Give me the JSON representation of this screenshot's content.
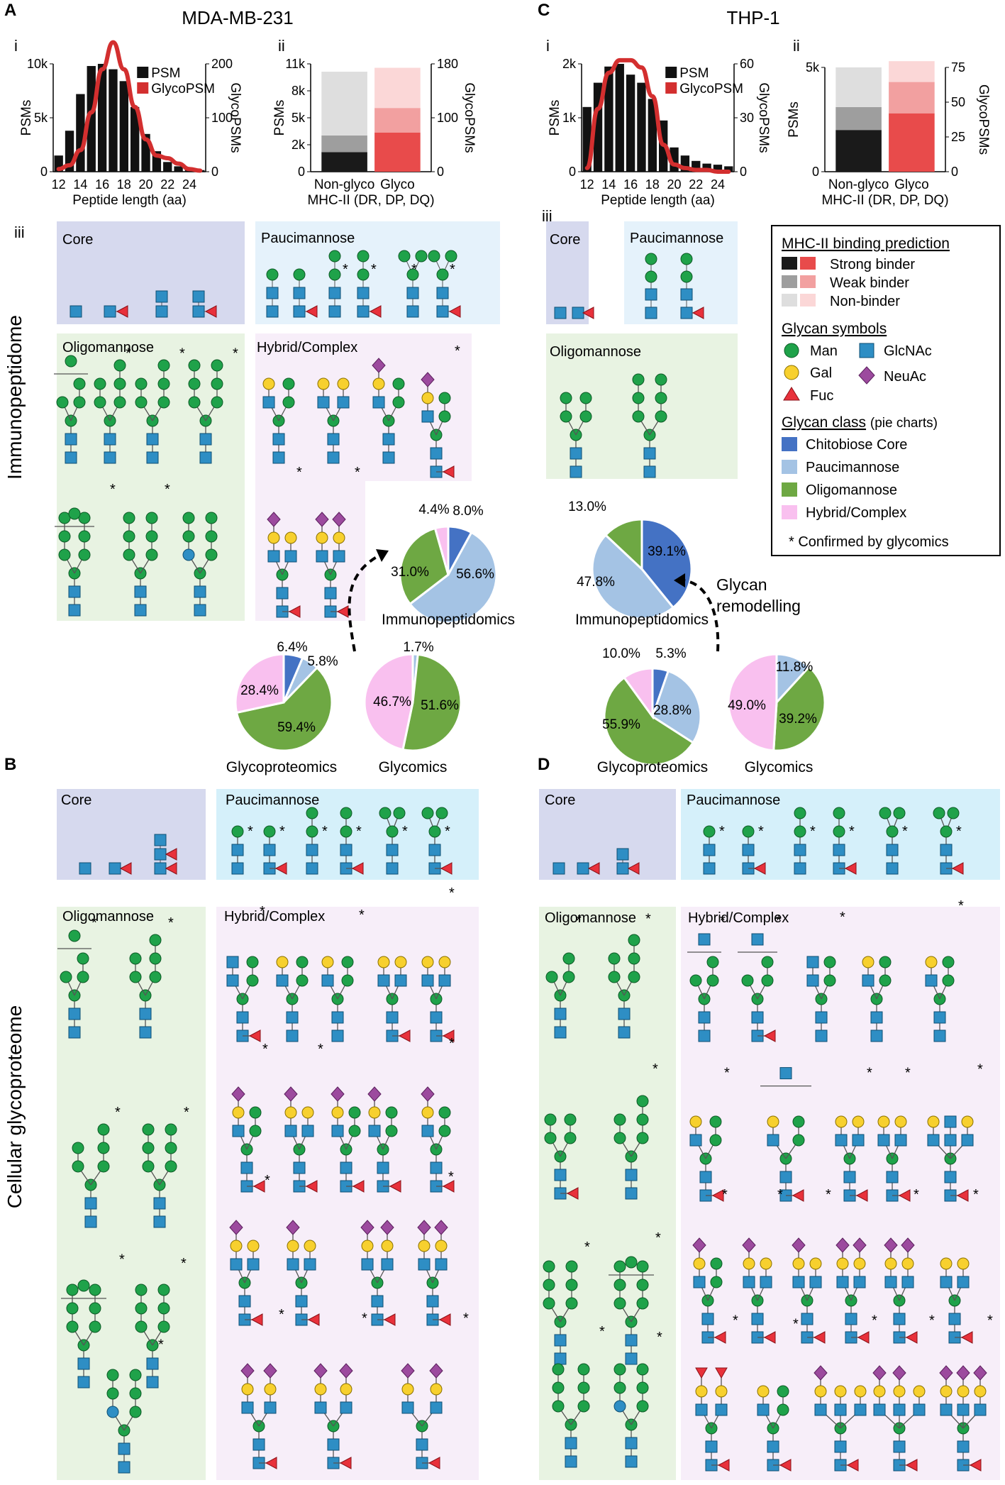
{
  "panels": {
    "A": "A",
    "B": "B",
    "C": "C",
    "D": "D"
  },
  "subpanels": {
    "i": "i",
    "ii": "ii",
    "iii": "iii"
  },
  "titles": {
    "left": "MDA-MB-231",
    "right": "THP-1"
  },
  "side_labels": {
    "top": "Immunopeptidome",
    "bottom": "Cellular glycoproteome"
  },
  "box_titles": {
    "core": "Core",
    "pauci": "Paucimannose",
    "oligo": "Oligomannose",
    "hybrid": "Hybrid/Complex"
  },
  "star": "*",
  "chart_data": [
    {
      "id": "A-i",
      "type": "bar",
      "title": "",
      "xlabel": "Peptide length (aa)",
      "ylabel": "PSMs",
      "y2label": "GlycoPSMs",
      "x": [
        12,
        13,
        14,
        15,
        16,
        17,
        18,
        19,
        20,
        21,
        22,
        23,
        24,
        25
      ],
      "xticks": [
        "12",
        "14",
        "16",
        "18",
        "20",
        "22",
        "24"
      ],
      "yticks": [
        "0",
        "5k",
        "10k"
      ],
      "y2ticks": [
        "0",
        "100",
        "200"
      ],
      "ylim": [
        0,
        10000
      ],
      "y2lim": [
        0,
        200
      ],
      "series": [
        {
          "name": "PSM",
          "type": "bar",
          "values": [
            1500,
            3800,
            7200,
            9800,
            10000,
            9500,
            8400,
            6000,
            3500,
            1900,
            900,
            500,
            300,
            150
          ]
        },
        {
          "name": "GlycoPSM",
          "type": "line",
          "values": [
            5,
            12,
            40,
            110,
            190,
            240,
            190,
            120,
            60,
            30,
            25,
            15,
            5,
            2
          ]
        }
      ]
    },
    {
      "id": "A-ii",
      "type": "bar",
      "title": "",
      "xlabel": "MHC-II (DR, DP, DQ)",
      "ylabel": "PSMs",
      "y2label": "GlycoPSMs",
      "categories": [
        "Non-glyco",
        "Glyco"
      ],
      "yticks": [
        "0",
        "2k",
        "5k",
        "8k",
        "11k"
      ],
      "y2ticks": [
        "0",
        "100",
        "180"
      ],
      "ylim": [
        0,
        11000
      ],
      "series": [
        {
          "name": "Strong binder",
          "values": [
            2000,
            4000
          ]
        },
        {
          "name": "Weak binder",
          "values": [
            1700,
            2500
          ]
        },
        {
          "name": "Non-binder",
          "values": [
            6500,
            4100
          ]
        }
      ]
    },
    {
      "id": "C-i",
      "type": "bar",
      "title": "",
      "xlabel": "Peptide length (aa)",
      "ylabel": "PSMs",
      "y2label": "GlycoPSMs",
      "x": [
        12,
        13,
        14,
        15,
        16,
        17,
        18,
        19,
        20,
        21,
        22,
        23,
        24,
        25
      ],
      "xticks": [
        "12",
        "14",
        "16",
        "18",
        "20",
        "22",
        "24"
      ],
      "yticks": [
        "0",
        "1k",
        "2k"
      ],
      "y2ticks": [
        "0",
        "30",
        "60"
      ],
      "ylim": [
        0,
        2000
      ],
      "y2lim": [
        0,
        60
      ],
      "series": [
        {
          "name": "PSM",
          "type": "bar",
          "values": [
            1200,
            1650,
            1950,
            2000,
            1800,
            1650,
            1350,
            950,
            450,
            300,
            200,
            150,
            130,
            100
          ]
        },
        {
          "name": "GlycoPSM",
          "type": "line",
          "values": [
            2,
            35,
            55,
            62,
            62,
            58,
            42,
            15,
            4,
            2,
            1,
            1,
            0,
            0
          ]
        }
      ]
    },
    {
      "id": "C-ii",
      "type": "bar",
      "title": "",
      "xlabel": "MHC-II (DR, DP, DQ)",
      "ylabel": "PSMs",
      "y2label": "GlycoPSMs",
      "categories": [
        "Non-glyco",
        "Glyco"
      ],
      "yticks": [
        "0",
        "5k"
      ],
      "y2ticks": [
        "0",
        "25",
        "50",
        "75"
      ],
      "ylim": [
        0,
        5000
      ],
      "series": [
        {
          "name": "Strong binder",
          "values": [
            2000,
            2800
          ]
        },
        {
          "name": "Weak binder",
          "values": [
            1100,
            1500
          ]
        },
        {
          "name": "Non-binder",
          "values": [
            1900,
            1000
          ]
        }
      ]
    },
    {
      "id": "pie-A-immuno",
      "type": "pie",
      "title": "Immunopeptidomics",
      "categories": [
        "Chitobiose Core",
        "Paucimannose",
        "Oligomannose",
        "Hybrid/Complex"
      ],
      "values": [
        8.0,
        56.6,
        31.0,
        4.4
      ],
      "labels": [
        "8.0%",
        "56.6%",
        "31.0%",
        "4.4%"
      ]
    },
    {
      "id": "pie-A-glycoprot",
      "type": "pie",
      "title": "Glycoproteomics",
      "categories": [
        "Chitobiose Core",
        "Paucimannose",
        "Oligomannose",
        "Hybrid/Complex"
      ],
      "values": [
        6.4,
        5.8,
        59.4,
        28.4
      ],
      "labels": [
        "6.4%",
        "5.8%",
        "59.4%",
        "28.4%"
      ]
    },
    {
      "id": "pie-A-glycomics",
      "type": "pie",
      "title": "Glycomics",
      "categories": [
        "Chitobiose Core",
        "Paucimannose",
        "Oligomannose",
        "Hybrid/Complex"
      ],
      "values": [
        0,
        1.7,
        51.6,
        46.7
      ],
      "labels": [
        "",
        "1.7%",
        "51.6%",
        "46.7%"
      ]
    },
    {
      "id": "pie-C-immuno",
      "type": "pie",
      "title": "Immunopeptidomics",
      "categories": [
        "Chitobiose Core",
        "Paucimannose",
        "Oligomannose",
        "Hybrid/Complex"
      ],
      "values": [
        39.1,
        47.8,
        13.0,
        0
      ],
      "labels": [
        "39.1%",
        "47.8%",
        "13.0%",
        ""
      ]
    },
    {
      "id": "pie-C-glycoprot",
      "type": "pie",
      "title": "Glycoproteomics",
      "categories": [
        "Chitobiose Core",
        "Paucimannose",
        "Oligomannose",
        "Hybrid/Complex"
      ],
      "values": [
        5.3,
        28.8,
        55.9,
        10.0
      ],
      "labels": [
        "5.3%",
        "28.8%",
        "55.9%",
        "10.0%"
      ]
    },
    {
      "id": "pie-C-glycomics",
      "type": "pie",
      "title": "Glycomics",
      "categories": [
        "Chitobiose Core",
        "Paucimannose",
        "Oligomannose",
        "Hybrid/Complex"
      ],
      "values": [
        0,
        11.8,
        39.2,
        49.0
      ],
      "labels": [
        "",
        "11.8%",
        "39.2%",
        "49.0%"
      ]
    }
  ],
  "remodel": {
    "line1": "Glycan",
    "line2": "remodelling"
  },
  "legend": {
    "h1": "MHC-II binding prediction",
    "strong": "Strong binder",
    "weak": "Weak binder",
    "non": "Non-binder",
    "h2": "Glycan symbols",
    "man": "Man",
    "gal": "Gal",
    "fuc": "Fuc",
    "glcnac": "GlcNAc",
    "neuac": "NeuAc",
    "h3": "Glycan class",
    "h3b": "(pie charts)",
    "core": "Chitobiose Core",
    "pauci": "Paucimannose",
    "oligo": "Oligomannose",
    "hybrid": "Hybrid/Complex",
    "conf": "* Confirmed by glycomics"
  },
  "colors": {
    "core": "#4472c4",
    "pauci": "#a4c3e4",
    "oligo": "#6ea843",
    "hybrid": "#f9c0ef",
    "man": "#1fa24a",
    "gal": "#f7d02e",
    "glcnac": "#2e8ec4",
    "fuc": "#e8313b",
    "neuac": "#9c4a9e",
    "psm": "#111111",
    "glycopsm": "#d32f2f"
  }
}
